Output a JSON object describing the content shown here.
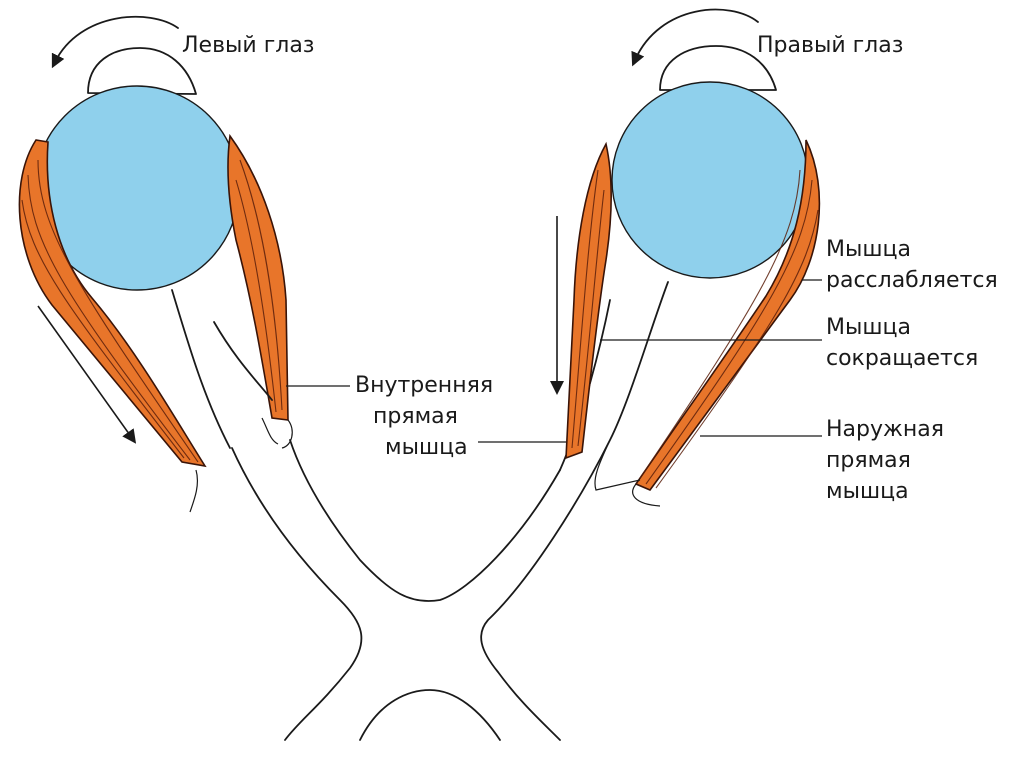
{
  "eyes": {
    "left_label": "Левый глаз",
    "right_label": "Правый глаз"
  },
  "labels": {
    "medial_rectus": [
      "Внутренняя",
      "прямая",
      "мышца"
    ],
    "muscle_relaxes": [
      "Мышца",
      "расслабляется"
    ],
    "muscle_contracts": [
      "Мышца",
      "сокращается"
    ],
    "lateral_rectus": [
      "Наружная",
      "прямая",
      "мышца"
    ]
  },
  "colors": {
    "eyeball": "#8fd0ec",
    "muscle": "#e8752a",
    "outline": "#1a1a1a"
  },
  "rotation": {
    "left_eye": "counter-clockwise",
    "right_eye": "counter-clockwise"
  }
}
